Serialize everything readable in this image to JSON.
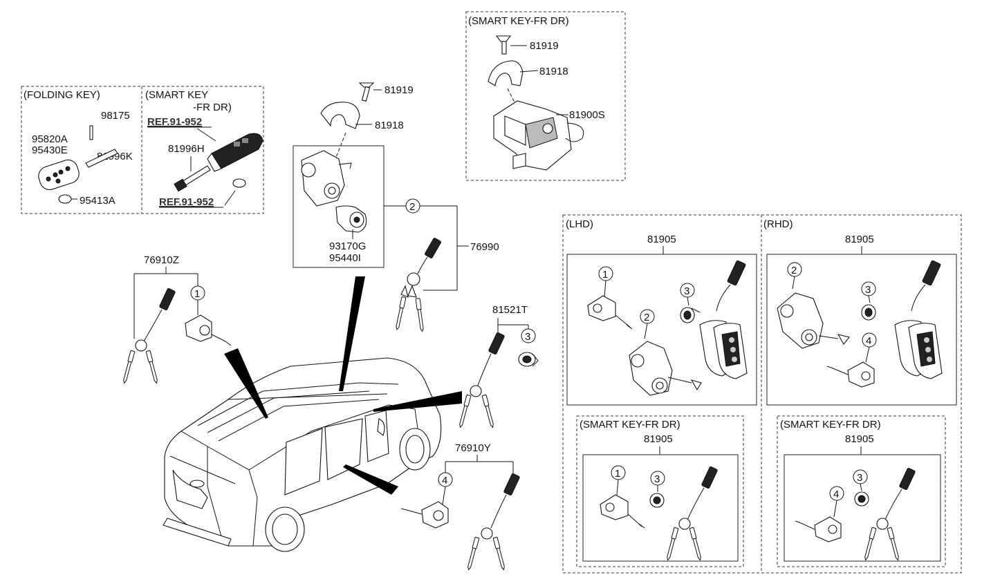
{
  "groups": {
    "folding_key": "(FOLDING KEY)",
    "smart_key_1": "(SMART KEY",
    "smart_key_2": "-FR DR)",
    "smart_key_top": "(SMART KEY-FR DR)",
    "lhd": "(LHD)",
    "rhd": "(RHD)",
    "smart_key_lhd": "(SMART KEY-FR DR)",
    "smart_key_rhd": "(SMART KEY-FR DR)"
  },
  "refs": {
    "ref_a": "REF.91-952",
    "ref_b": "REF.91-952"
  },
  "parts": {
    "p95820A": "95820A",
    "p95430E": "95430E",
    "p98175": "98175",
    "p81996K": "81996K",
    "p95413A": "95413A",
    "p81996H": "81996H",
    "p81919_a": "81919",
    "p81918_a": "81918",
    "p81900S": "81900S",
    "p81919_b": "81919",
    "p81918_b": "81918",
    "p93170G": "93170G",
    "p95440I": "95440I",
    "p76990": "76990",
    "p76910Z": "76910Z",
    "p81521T": "81521T",
    "p76910Y": "76910Y",
    "p81905_lhd": "81905",
    "p81905_rhd": "81905",
    "p81905_slhd": "81905",
    "p81905_srhd": "81905"
  },
  "callouts": {
    "c1": "1",
    "c2": "2",
    "c3": "3",
    "c4": "4"
  }
}
